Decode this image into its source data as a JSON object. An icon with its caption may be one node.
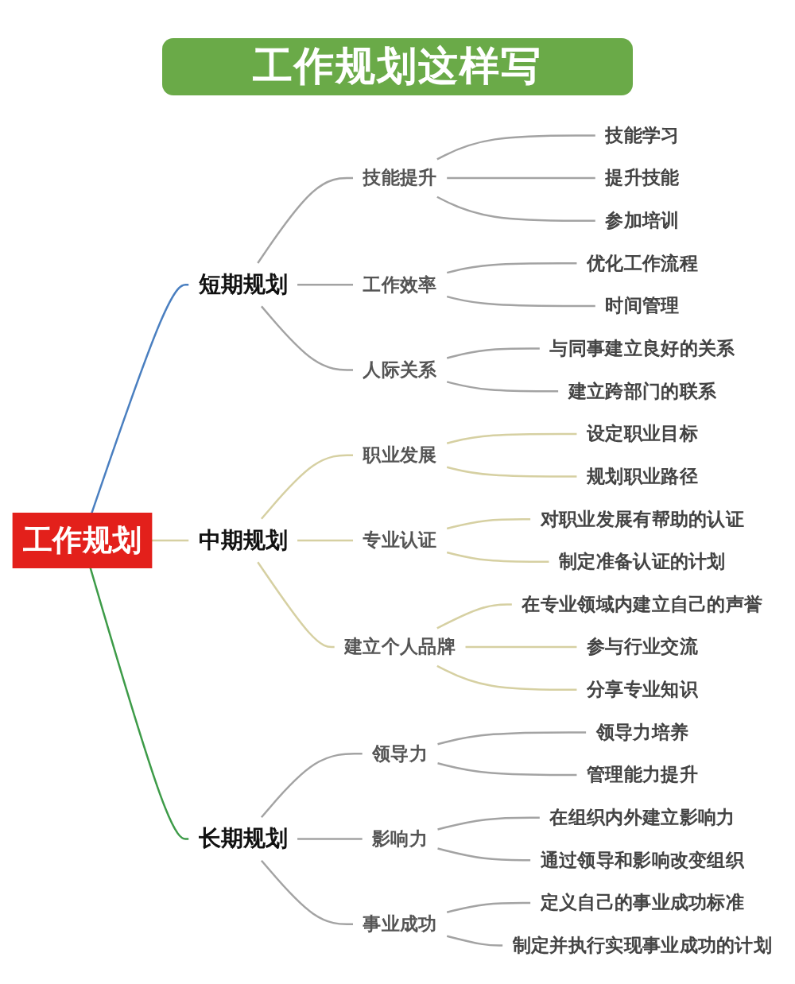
{
  "diagram": {
    "title": "工作规划这样写",
    "nodes": [
      {
        "text": [
          "工作规划"
        ]
      },
      {
        "text": [
          "短期规划"
        ]
      },
      {
        "text": [
          "技能提升"
        ]
      },
      {
        "text": [
          "技能学习"
        ]
      },
      {
        "text": [
          "提升技能"
        ]
      },
      {
        "text": [
          "参加培训"
        ]
      },
      {
        "text": [
          "工作效率"
        ]
      },
      {
        "text": [
          "优化工作流程"
        ]
      },
      {
        "text": [
          "时间管理"
        ]
      },
      {
        "text": [
          "人际关系"
        ]
      },
      {
        "text": [
          "与同事建立良好的关系"
        ]
      },
      {
        "text": [
          "建立跨部门的联系"
        ]
      },
      {
        "text": [
          "中期规划"
        ]
      },
      {
        "text": [
          "职业发展"
        ]
      },
      {
        "text": [
          "设定职业目标"
        ]
      },
      {
        "text": [
          "规划职业路径"
        ]
      },
      {
        "text": [
          "专业认证"
        ]
      },
      {
        "text": [
          "对职业发展有帮助的认证"
        ]
      },
      {
        "text": [
          "制定准备认证的计划"
        ]
      },
      {
        "text": [
          "建立个人品牌"
        ]
      },
      {
        "text": [
          "在专业领域内建立自己的声誉"
        ]
      },
      {
        "text": [
          "参与行业交流"
        ]
      },
      {
        "text": [
          "分享专业知识"
        ]
      },
      {
        "text": [
          "长期规划"
        ]
      },
      {
        "text": [
          "领导力"
        ]
      },
      {
        "text": [
          "领导力培养"
        ]
      },
      {
        "text": [
          "管理能力提升"
        ]
      },
      {
        "text": [
          "影响力"
        ]
      },
      {
        "text": [
          "在组织内外建立影响力"
        ]
      },
      {
        "text": [
          "通过领导和影响改变组织"
        ]
      },
      {
        "text": [
          "事业成功"
        ]
      },
      {
        "text": [
          "定义自己的事业成功标准"
        ]
      },
      {
        "text": [
          "制定并执行实现事业成功的计划"
        ]
      }
    ],
    "edges": [
      {
        "from": 0,
        "to": 1,
        "arrow": "none",
        "color": "#4a7fc0"
      },
      {
        "from": 1,
        "to": 2,
        "arrow": "none"
      },
      {
        "from": 2,
        "to": 3,
        "arrow": "none"
      },
      {
        "from": 2,
        "to": 4,
        "arrow": "none"
      },
      {
        "from": 2,
        "to": 5,
        "arrow": "none"
      },
      {
        "from": 1,
        "to": 6,
        "arrow": "none"
      },
      {
        "from": 6,
        "to": 7,
        "arrow": "none"
      },
      {
        "from": 6,
        "to": 8,
        "arrow": "none"
      },
      {
        "from": 1,
        "to": 9,
        "arrow": "none"
      },
      {
        "from": 9,
        "to": 10,
        "arrow": "none"
      },
      {
        "from": 9,
        "to": 11,
        "arrow": "none"
      },
      {
        "from": 0,
        "to": 12,
        "arrow": "none",
        "color": "#d6d0a2"
      },
      {
        "from": 12,
        "to": 13,
        "arrow": "none",
        "color": "#d6d0a2"
      },
      {
        "from": 13,
        "to": 14,
        "arrow": "none",
        "color": "#d6d0a2"
      },
      {
        "from": 13,
        "to": 15,
        "arrow": "none",
        "color": "#d6d0a2"
      },
      {
        "from": 12,
        "to": 16,
        "arrow": "none",
        "color": "#d6d0a2"
      },
      {
        "from": 16,
        "to": 17,
        "arrow": "none",
        "color": "#d6d0a2"
      },
      {
        "from": 16,
        "to": 18,
        "arrow": "none",
        "color": "#d6d0a2"
      },
      {
        "from": 12,
        "to": 19,
        "arrow": "none",
        "color": "#d6d0a2"
      },
      {
        "from": 19,
        "to": 20,
        "arrow": "none",
        "color": "#d6d0a2"
      },
      {
        "from": 19,
        "to": 21,
        "arrow": "none",
        "color": "#d6d0a2"
      },
      {
        "from": 19,
        "to": 22,
        "arrow": "none",
        "color": "#d6d0a2"
      },
      {
        "from": 0,
        "to": 23,
        "arrow": "none",
        "color": "#3d9b48"
      },
      {
        "from": 23,
        "to": 24,
        "arrow": "none"
      },
      {
        "from": 24,
        "to": 25,
        "arrow": "none"
      },
      {
        "from": 24,
        "to": 26,
        "arrow": "none"
      },
      {
        "from": 23,
        "to": 27,
        "arrow": "none"
      },
      {
        "from": 27,
        "to": 28,
        "arrow": "none"
      },
      {
        "from": 27,
        "to": 29,
        "arrow": "none"
      },
      {
        "from": 23,
        "to": 30,
        "arrow": "none"
      },
      {
        "from": 30,
        "to": 31,
        "arrow": "none"
      },
      {
        "from": 30,
        "to": 32,
        "arrow": "none"
      }
    ]
  }
}
